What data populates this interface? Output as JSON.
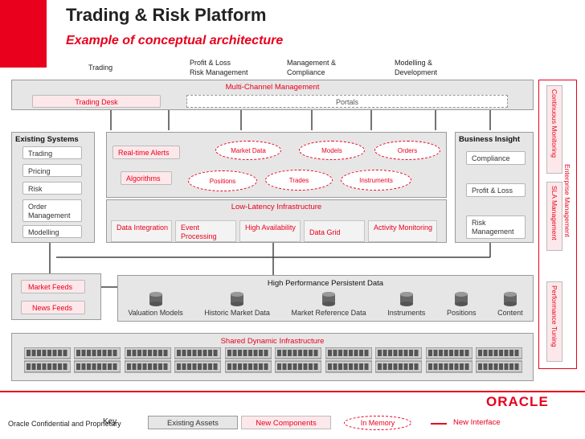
{
  "header": {
    "title": "Trading & Risk Platform",
    "subtitle": "Example of conceptual architecture",
    "columns": [
      {
        "line1": "Trading",
        "line2": ""
      },
      {
        "line1": "Profit & Loss",
        "line2": "Risk Management"
      },
      {
        "line1": "Management &",
        "line2": "Compliance"
      },
      {
        "line1": "Modelling &",
        "line2": "Development"
      }
    ]
  },
  "multichannel": {
    "title": "Multi-Channel Management",
    "trading_desk": "Trading Desk",
    "portals": "Portals"
  },
  "existing_systems": {
    "title": "Existing Systems",
    "items": [
      "Trading",
      "Pricing",
      "Risk",
      "Order Management",
      "Modelling"
    ]
  },
  "center": {
    "realtime_alerts": "Real-time Alerts",
    "algorithms": "Algorithms",
    "memory_ovals": [
      "Market Data",
      "Models",
      "Orders",
      "Positions",
      "Trades",
      "Instruments"
    ]
  },
  "low_latency": {
    "title": "Low-Latency Infrastructure",
    "items": [
      "Data Integration",
      "Event Processing",
      "High Availability",
      "Data Grid",
      "Activity Monitoring"
    ]
  },
  "business_insight": {
    "title": "Business Insight",
    "items": [
      "Compliance",
      "Profit & Loss",
      "Risk Management"
    ]
  },
  "enterprise": {
    "title": "Enterprise Management",
    "items": [
      "Continuous Monitoring",
      "SLA Management",
      "Performance Tuning"
    ]
  },
  "feeds": [
    "Market Feeds",
    "News Feeds"
  ],
  "persistent": {
    "title": "High Performance Persistent Data",
    "stores": [
      "Valuation Models",
      "Historic Market Data",
      "Market Reference Data",
      "Instruments",
      "Positions",
      "Content"
    ]
  },
  "shared": {
    "title": "Shared Dynamic Infrastructure"
  },
  "footer": {
    "logo": "ORACLE",
    "confidential": "Oracle Confidential and Proprietary",
    "key_label": "Key",
    "existing_assets": "Existing Assets",
    "new_components": "New Components",
    "in_memory": "In Memory",
    "new_interface": "New Interface"
  },
  "colors": {
    "accent_red": "#e8001c",
    "panel_gray": "#e6e6e6",
    "new_component_pink": "#fce8ea"
  }
}
